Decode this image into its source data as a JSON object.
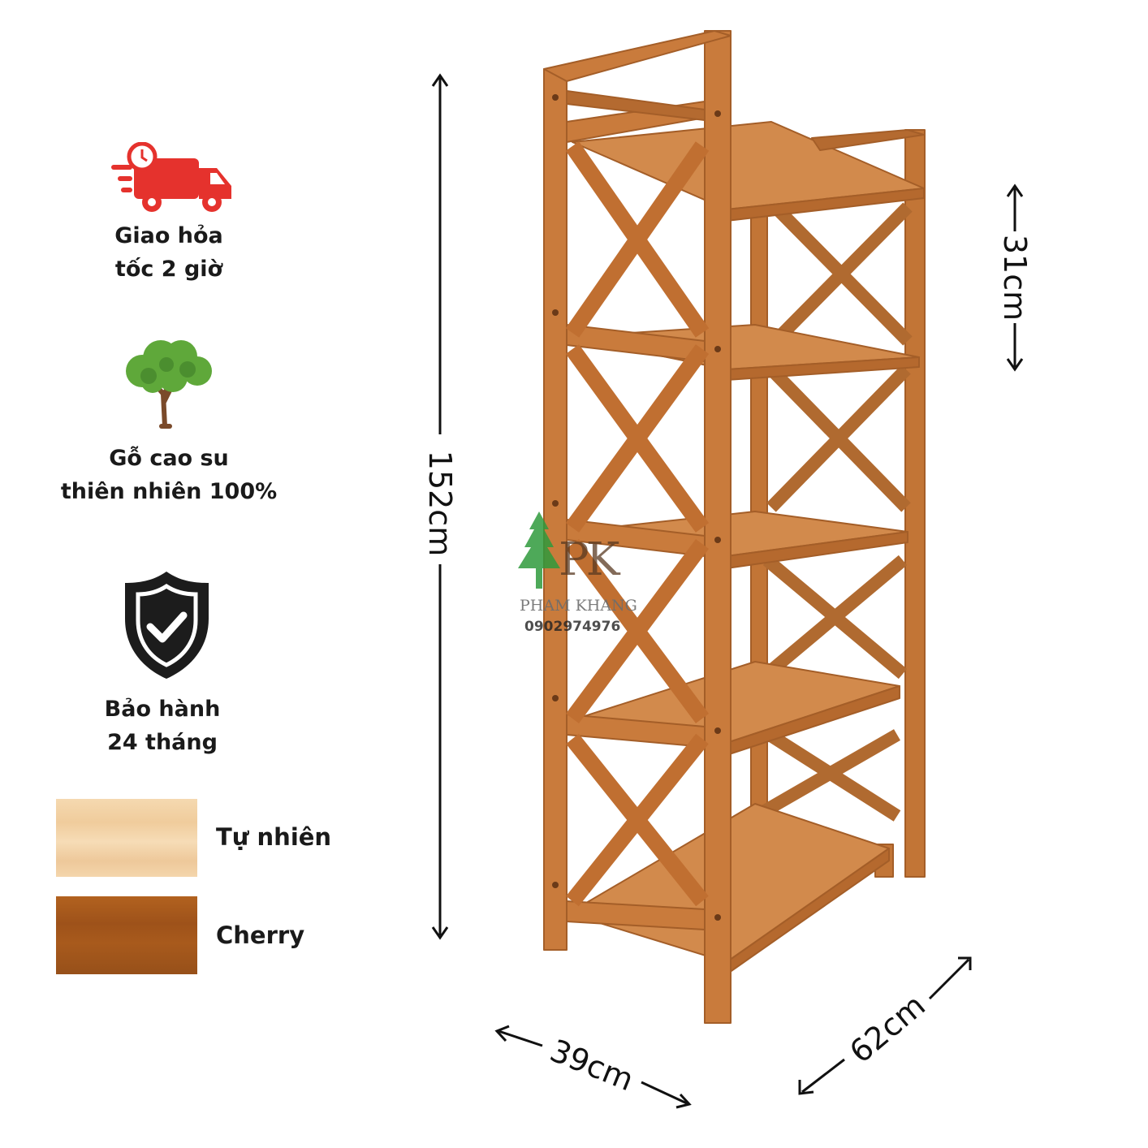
{
  "features": [
    {
      "icon": "delivery-truck-icon",
      "lines": [
        "Giao hỏa",
        "tốc 2 giờ"
      ]
    },
    {
      "icon": "tree-icon",
      "lines": [
        "Gỗ cao su",
        "thiên nhiên 100%"
      ]
    },
    {
      "icon": "shield-check-icon",
      "lines": [
        "Bảo hành",
        "24 tháng"
      ]
    }
  ],
  "swatches": [
    {
      "label": "Tự nhiên",
      "color": "#f3d3a6"
    },
    {
      "label": "Cherry",
      "color": "#a5571d"
    }
  ],
  "dimensions": {
    "height": "152cm",
    "shelf_gap": "31cm",
    "width": "39cm",
    "depth": "62cm"
  },
  "watermark": {
    "logo": "PK",
    "name": "PHAM KHANG",
    "phone": "0902974976"
  },
  "colors": {
    "accent_red": "#e5322d",
    "wood": "#c97b3c",
    "icon_dark": "#1c1c1c"
  }
}
